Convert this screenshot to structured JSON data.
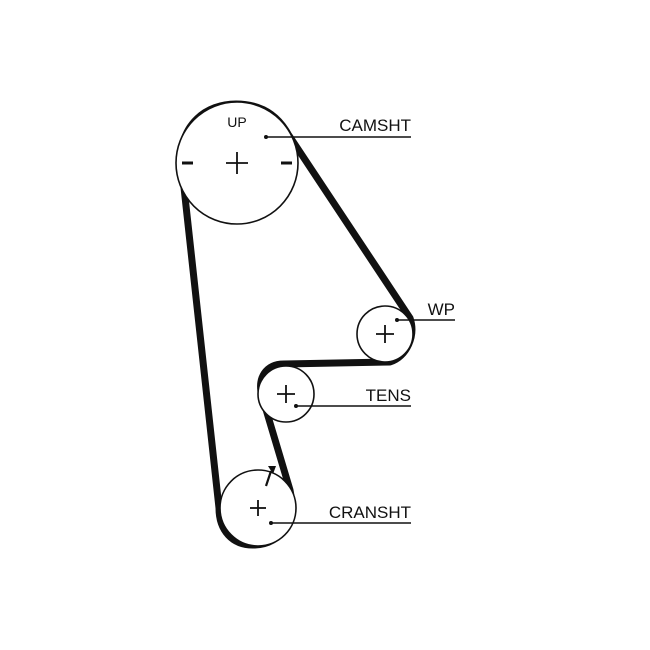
{
  "labels": {
    "up": "UP",
    "camshaft": "CAMSHT",
    "water_pump": "WP",
    "tensioner": "TENS",
    "crankshaft": "CRANSHT"
  },
  "colors": {
    "line": "#111111",
    "background": "#ffffff"
  }
}
